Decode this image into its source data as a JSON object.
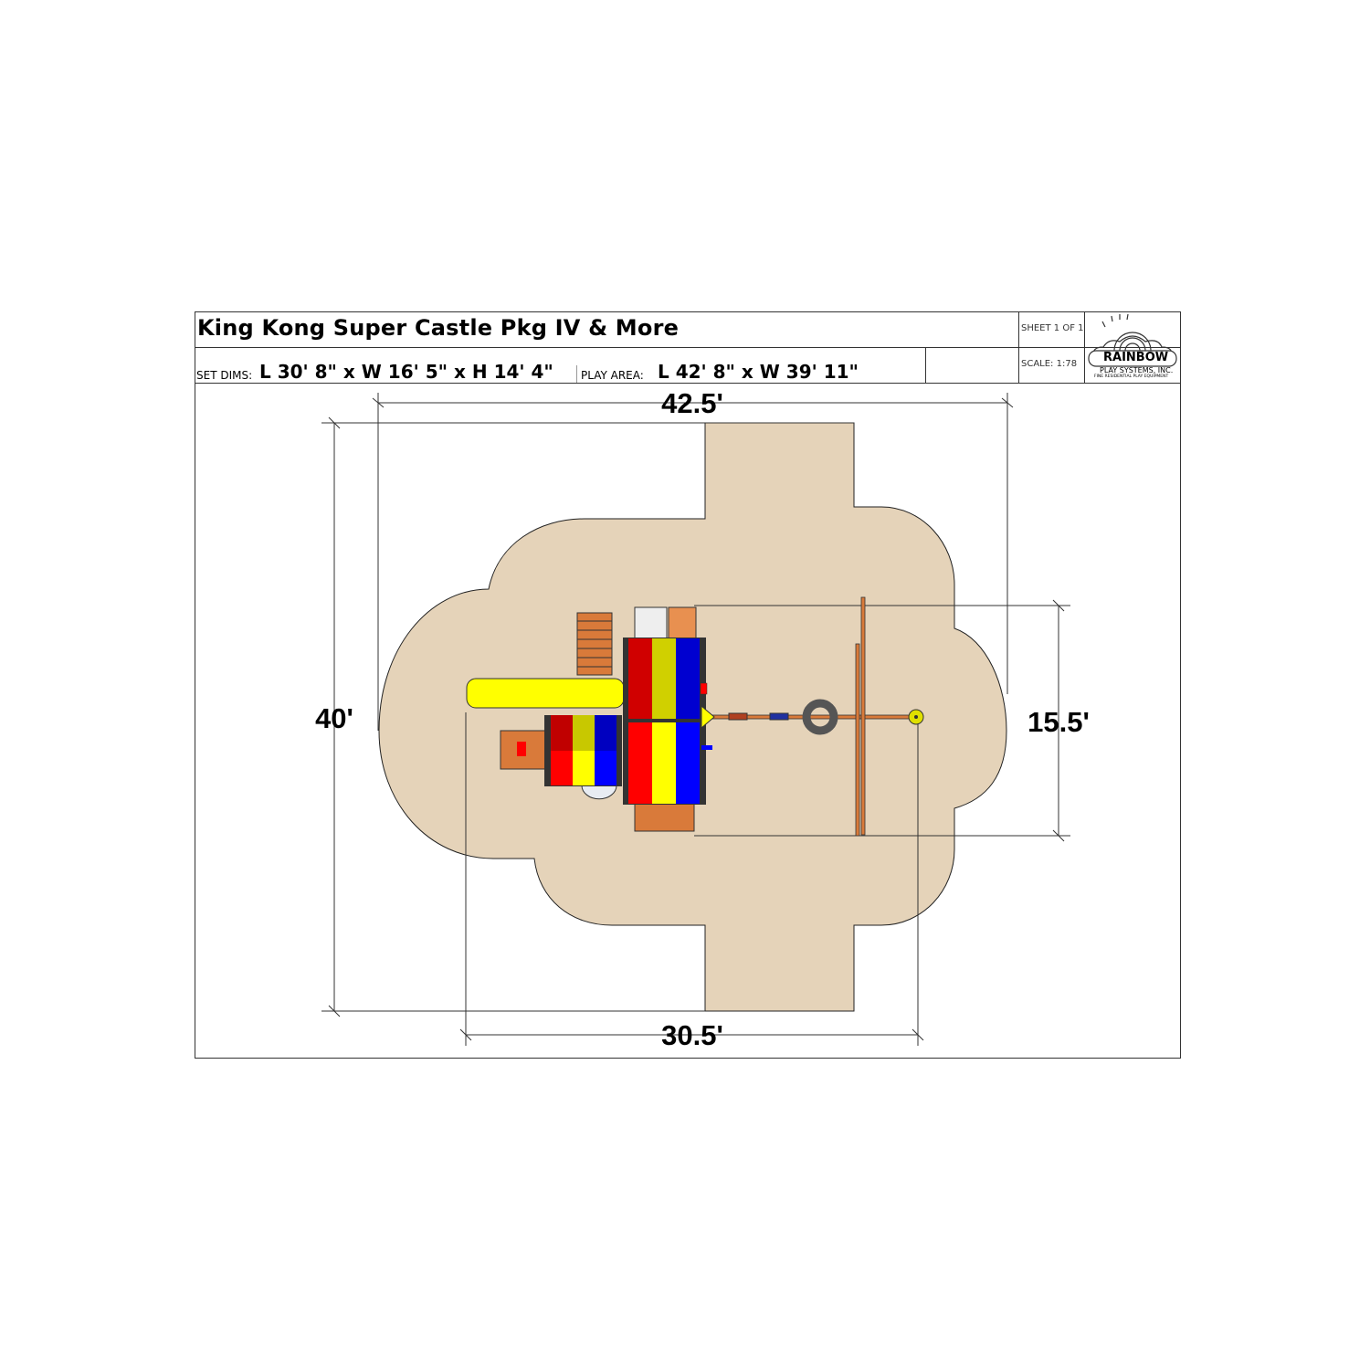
{
  "title_block": {
    "title": "King Kong Super Castle Pkg IV & More",
    "set_dims_label": "SET DIMS:",
    "set_dims_value": "L 30' 8\" x W 16' 5\" x H 14' 4\"",
    "play_area_label": "PLAY AREA:",
    "play_area_value": "L 42' 8\" x W 39' 11\"",
    "sheet": "SHEET 1 OF 1",
    "scale": "SCALE: 1:78",
    "logo": {
      "name": "RAINBOW",
      "line2": "PLAY SYSTEMS, INC.",
      "line3": "FINE RESIDENTIAL PLAY EQUIPMENT"
    }
  },
  "dimensions": {
    "play_area_length": "42.5'",
    "play_area_width": "40'",
    "set_width": "15.5'",
    "set_length": "30.5'"
  },
  "colors": {
    "play_area": "#e5d3b9",
    "red": "#ff0000",
    "yellow": "#ffff00",
    "blue": "#0000ff",
    "wood": "#d97a3a"
  }
}
